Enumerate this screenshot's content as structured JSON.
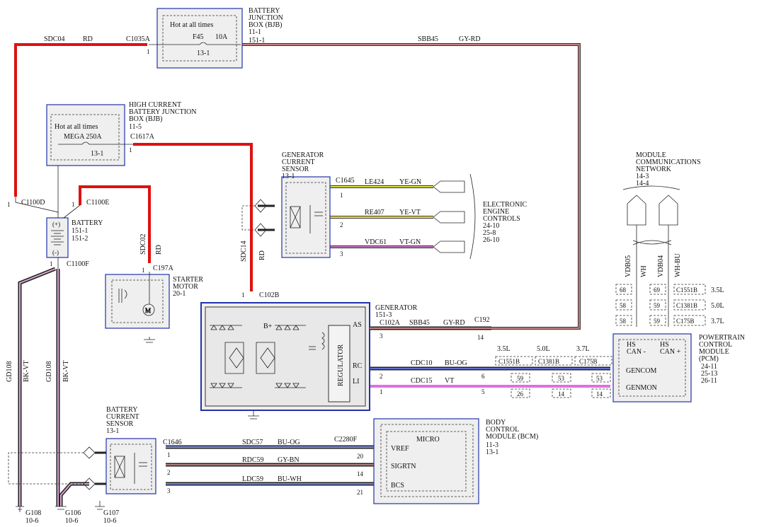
{
  "bjb": {
    "title": [
      "BATTERY",
      "JUNCTION",
      "BOX (BJB)",
      "11-1",
      "151-1"
    ],
    "hot": "Hot at all times",
    "fuse": "F45",
    "amps": "10A",
    "ref": "13-1",
    "conn": "C1035A",
    "pin": "1"
  },
  "hcbjb": {
    "title": [
      "HIGH CURRENT",
      "BATTERY JUNCTION",
      "BOX (BJB)",
      "11-5"
    ],
    "hot": "Hot at all times",
    "fuse": "MEGA 250A",
    "ref": "13-1",
    "conn": "C1617A",
    "pin": "1"
  },
  "wires": {
    "sdc04": {
      "circuit": "SDC04",
      "color": "RD"
    },
    "sbb45_top": {
      "circuit": "SBB45",
      "color": "GY-RD"
    },
    "sdc02": {
      "circuit": "SDC02",
      "color": "RD"
    },
    "sdc14": {
      "circuit": "SDC14",
      "color": "RD"
    },
    "gd108a": {
      "circuit": "GD108",
      "color": "BK-VT"
    },
    "gd108b": {
      "circuit": "GD108",
      "color": "BK-VT"
    }
  },
  "battery": {
    "title": [
      "BATTERY",
      "151-1",
      "151-2"
    ],
    "c1100d": "C1100D",
    "c1100e": "C1100E",
    "c1100f": "C1100F",
    "pin": "1",
    "plus": "(+)",
    "minus": "(-)"
  },
  "starter": {
    "title": [
      "STARTER",
      "MOTOR",
      "20-1"
    ],
    "conn": "C197A",
    "pin": "1"
  },
  "gcs": {
    "title": [
      "GENERATOR",
      "CURRENT",
      "SENSOR",
      "13-1"
    ],
    "conn": "C1645",
    "rows": [
      {
        "pin": "1",
        "circuit": "LE424",
        "color": "YE-GN"
      },
      {
        "pin": "2",
        "circuit": "RE407",
        "color": "YE-VT"
      },
      {
        "pin": "3",
        "circuit": "VDC61",
        "color": "VT-GN"
      }
    ]
  },
  "eec": {
    "title": [
      "ELECTRONIC",
      "ENGINE",
      "CONTROLS",
      "24-10",
      "25-8",
      "26-10"
    ]
  },
  "mcn": {
    "title": [
      "MODULE",
      "COMMUNICATIONS",
      "NETWORK",
      "14-3",
      "14-4"
    ],
    "w1": {
      "circuit": "VDB05",
      "color": "WH"
    },
    "w2": {
      "circuit": "VDB04",
      "color": "WH-BU"
    }
  },
  "pcm_table": {
    "rows": [
      {
        "a": "68",
        "b": "69",
        "c": "C1551B",
        "v": "3.5L"
      },
      {
        "a": "58",
        "b": "59",
        "c": "C1381B",
        "v": "5.0L"
      },
      {
        "a": "58",
        "b": "59",
        "c": "C175B",
        "v": "3.7L"
      }
    ]
  },
  "pcm": {
    "title": [
      "POWERTRAIN",
      "CONTROL",
      "MODULE",
      "(PCM)",
      "24-11",
      "25-13",
      "26-11"
    ],
    "hs1": "HS",
    "hs1b": "CAN -",
    "hs2": "HS",
    "hs2b": "CAN +",
    "gencom": "GENCOM",
    "genmon": "GENMON"
  },
  "pcm_conns": {
    "hdr": [
      "3.5L",
      "5.0L",
      "3.7L"
    ],
    "conn": [
      "C1551B",
      "C1381B",
      "C175B"
    ],
    "top": [
      "59",
      "53",
      "53"
    ],
    "bot": [
      "26",
      "14",
      "14"
    ]
  },
  "generator": {
    "title": [
      "GENERATOR",
      "151-3"
    ],
    "conn": "C102B",
    "pin": "1",
    "bplus": "B+",
    "regulator": "REGULATOR",
    "as": "AS",
    "rc": "RC",
    "li": "LI",
    "c102a": "C102A",
    "c192": "C192",
    "w_as": {
      "pin": "3",
      "circuit": "SBB45",
      "color": "GY-RD",
      "pin2": "14"
    },
    "w_rc": {
      "pin": "2",
      "circuit": "CDC10",
      "color": "BU-OG",
      "pin2": "6"
    },
    "w_li": {
      "pin": "1",
      "circuit": "CDC15",
      "color": "VT",
      "pin2": "5"
    }
  },
  "bcs": {
    "title": [
      "BATTERY",
      "CURRENT",
      "SENSOR",
      "13-1"
    ],
    "conn": "C1646",
    "rows": [
      {
        "pin": "1",
        "circuit": "SDC57",
        "color": "BU-OG",
        "pin2": "20"
      },
      {
        "pin": "2",
        "circuit": "RDC59",
        "color": "GY-BN",
        "pin2": "14"
      },
      {
        "pin": "3",
        "circuit": "LDC59",
        "color": "BU-WH",
        "pin2": "21"
      }
    ]
  },
  "bcm": {
    "title": [
      "BODY",
      "CONTROL",
      "MODULE (BCM)",
      "11-3",
      "13-1"
    ],
    "conn": "C2280F",
    "micro": "MICRO",
    "vref": "VREF",
    "sigrtn": "SIGRTN",
    "bcs": "BCS"
  },
  "grounds": [
    {
      "name": "G108",
      "ref": "10-6"
    },
    {
      "name": "G106",
      "ref": "10-6"
    },
    {
      "name": "G107",
      "ref": "10-6"
    }
  ]
}
